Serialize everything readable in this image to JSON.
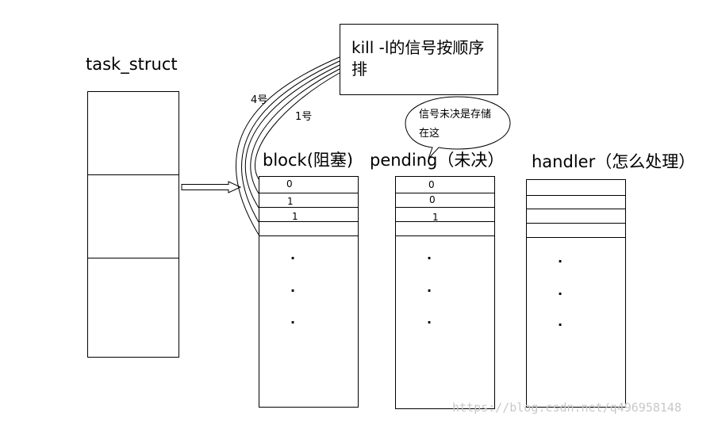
{
  "task_struct": {
    "title": "task_struct"
  },
  "block": {
    "title": "block(阻塞)",
    "values": [
      "0",
      "1",
      "1"
    ],
    "dots": [
      "·",
      "·",
      "·"
    ]
  },
  "pending": {
    "title": "pending（未决）",
    "values": [
      "0",
      "0",
      "1"
    ],
    "dots": [
      "·",
      "·",
      "·"
    ]
  },
  "handler": {
    "title": "handler（怎么处理）",
    "dots": [
      "·",
      "·",
      "·"
    ]
  },
  "kill_note": {
    "text": "kill -l的信号按顺序排"
  },
  "arc_labels": {
    "sig4": "4号",
    "sig1": "1号"
  },
  "callout": {
    "text": "信号未决是存储在这"
  },
  "watermark": {
    "text": "https://blog.csdn.net/q496958148"
  }
}
